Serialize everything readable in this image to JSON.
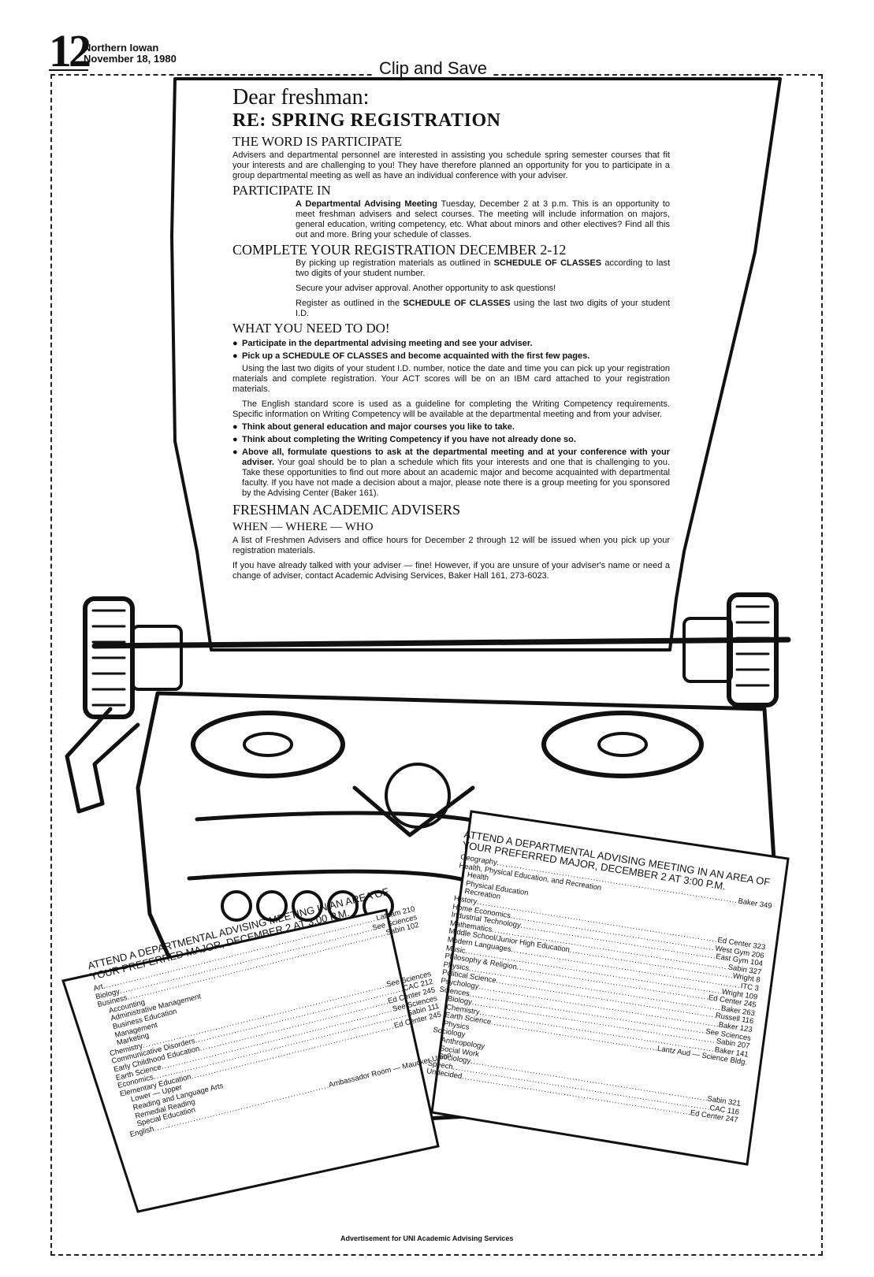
{
  "masthead": {
    "page_number": "12",
    "paper": "Northern Iowan",
    "date": "November 18, 1980"
  },
  "clip_label": "Clip and Save",
  "letter": {
    "greeting": "Dear freshman:",
    "re": "RE: SPRING REGISTRATION",
    "s1_title": "THE WORD IS PARTICIPATE",
    "s1_body": "Advisers and departmental personnel are interested in assisting you schedule spring semester courses that fit your interests and are challenging to you! They have therefore planned an opportunity for you to participate in a group departmental meeting as well as have an individual conference with your adviser.",
    "s2_title": "PARTICIPATE IN",
    "s2_lead": "A Departmental Advising Meeting",
    "s2_body": " Tuesday, December 2 at 3 p.m. This is an opportunity to meet freshman advisers and select courses. The meeting will include information on majors, general education, writing competency, etc. What about minors and other electives? Find all this out and more. Bring your schedule of classes.",
    "s3_title": "COMPLETE YOUR REGISTRATION DECEMBER 2-12",
    "s3_p1a": "By picking up registration materials as outlined in ",
    "s3_p1b": "SCHEDULE OF CLASSES",
    "s3_p1c": " according to last two digits of your student number.",
    "s3_p2": "Secure your adviser approval. Another opportunity to ask questions!",
    "s3_p3a": "Register as outlined in the ",
    "s3_p3b": "SCHEDULE OF CLASSES",
    "s3_p3c": " using the last two digits of your student I.D.",
    "s4_title": "WHAT YOU NEED TO DO!",
    "b1": "Participate in the departmental advising meeting and see your adviser.",
    "b2": "Pick up a SCHEDULE OF CLASSES and become acquainted with the first few pages.",
    "p1": "Using the last two digits of your student I.D. number, notice the date and time you can pick up your registration materials and complete registration. Your ACT scores will be on an IBM card attached to your registration materials.",
    "p2": "The English standard score is used as a guideline for completing the Writing Competency requirements. Specific information on Writing Competency will be available at the departmental meeting and from your adviser.",
    "b3": "Think about general education and major courses you like to take.",
    "b4": "Think about completing the Writing Competency if you have not already done so.",
    "b5_lead": "Above all, formulate questions to ask at the departmental meeting and at your conference with your adviser.",
    "b5_rest": " Your goal should be to plan a schedule which fits your interests and one that is challenging to you. Take these opportunities to find out more about an academic major and become acquainted with departmental faculty. If you have not made a decision about a major, please note there is a group meeting for you sponsored by the Advising Center (Baker 161).",
    "s5_title": "FRESHMAN ACADEMIC ADVISERS",
    "s5_sub": "WHEN — WHERE — WHO",
    "s5_p1": "A list of Freshmen Advisers and office hours for December 2 through 12 will be issued when you pick up your registration materials.",
    "s5_p2": "If you have already talked with your adviser — fine! However, if you are unsure of your adviser's name or need a change of adviser, contact Academic Advising Services, Baker Hall 161, 273-6023."
  },
  "left_list": {
    "heading": "ATTEND A DEPARTMENTAL ADVISING MEETING IN AN AREA OF YOUR PREFERRED MAJOR, DECEMBER 2 AT 3:00 P.M.",
    "rows": [
      {
        "name": "Art",
        "loc": "Latham 210",
        "level": 0
      },
      {
        "name": "Biology",
        "loc": "See Sciences",
        "level": 0
      },
      {
        "name": "Business",
        "loc": "Sabin 102",
        "level": 0
      },
      {
        "name": "Accounting",
        "loc": "",
        "level": 1
      },
      {
        "name": "Administrative Management",
        "loc": "",
        "level": 1
      },
      {
        "name": "Business Education",
        "loc": "",
        "level": 1
      },
      {
        "name": "Management",
        "loc": "",
        "level": 1
      },
      {
        "name": "Marketing",
        "loc": "",
        "level": 1
      },
      {
        "name": "Chemistry",
        "loc": "See Sciences",
        "level": 0
      },
      {
        "name": "Communicative Disorders",
        "loc": "CAC 212",
        "level": 0
      },
      {
        "name": "Early Childhood Education",
        "loc": "Ed Center 245",
        "level": 0
      },
      {
        "name": "Earth Science",
        "loc": "See Sciences",
        "level": 0
      },
      {
        "name": "Economics",
        "loc": "Sabin 111",
        "level": 0
      },
      {
        "name": "Elementary Education",
        "loc": "Ed Center 245",
        "level": 0
      },
      {
        "name": "Lower — Upper",
        "loc": "",
        "level": 1
      },
      {
        "name": "Reading and Language Arts",
        "loc": "",
        "level": 1
      },
      {
        "name": "Remedial Reading",
        "loc": "",
        "level": 1
      },
      {
        "name": "Special Education",
        "loc": "",
        "level": 1
      },
      {
        "name": "English",
        "loc": "Ambassador Room — Maucker Union",
        "level": 0
      }
    ]
  },
  "right_list": {
    "heading": "ATTEND A DEPARTMENTAL ADVISING MEETING IN AN AREA OF YOUR PREFERRED MAJOR, DECEMBER 2 AT 3:00 P.M.",
    "rows": [
      {
        "name": "Geography",
        "loc": "Baker 349",
        "level": 0
      },
      {
        "name": "Health, Physical Education, and Recreation",
        "loc": "",
        "level": 0
      },
      {
        "name": "Health",
        "loc": "",
        "level": 1
      },
      {
        "name": "Physical Education",
        "loc": "",
        "level": 1
      },
      {
        "name": "Recreation",
        "loc": "",
        "level": 1
      },
      {
        "name": "History",
        "loc": "Ed Center 323",
        "level": 0
      },
      {
        "name": "Home Economics",
        "loc": "West Gym 206",
        "level": 0
      },
      {
        "name": "Industrial Technology",
        "loc": "East Gym 104",
        "level": 0
      },
      {
        "name": "Mathematics",
        "loc": "Sabin 327",
        "level": 0
      },
      {
        "name": "Middle School/Junior High Education",
        "loc": "Wright 8",
        "level": 0
      },
      {
        "name": "Modern Languages",
        "loc": "ITC 3",
        "level": 0
      },
      {
        "name": "Music",
        "loc": "Wright 109",
        "level": 0
      },
      {
        "name": "Philosophy & Religion",
        "loc": "Ed Center 245",
        "level": 0
      },
      {
        "name": "Physics",
        "loc": "Baker 263",
        "level": 0
      },
      {
        "name": "Political Science",
        "loc": "Russell 116",
        "level": 0
      },
      {
        "name": "Psychology",
        "loc": "Baker 123",
        "level": 0
      },
      {
        "name": "Sciences",
        "loc": "See Sciences",
        "level": 0
      },
      {
        "name": "Biology",
        "loc": "Sabin 207",
        "level": 1
      },
      {
        "name": "Chemistry",
        "loc": "Baker 141",
        "level": 1
      },
      {
        "name": "Earth Science",
        "loc": "Lantz Aud — Science Bldg.",
        "level": 1
      },
      {
        "name": "Physics",
        "loc": "",
        "level": 1
      },
      {
        "name": "Sociology",
        "loc": "",
        "level": 0
      },
      {
        "name": "Anthropology",
        "loc": "",
        "level": 1
      },
      {
        "name": "Social Work",
        "loc": "",
        "level": 1
      },
      {
        "name": "Sociology",
        "loc": "Sabin 321",
        "level": 1
      },
      {
        "name": "Speech",
        "loc": "CAC 116",
        "level": 0
      },
      {
        "name": "Undecided",
        "loc": "Ed Center 247",
        "level": 0
      }
    ]
  },
  "footer": "Advertisement for UNI Academic Advising Services"
}
